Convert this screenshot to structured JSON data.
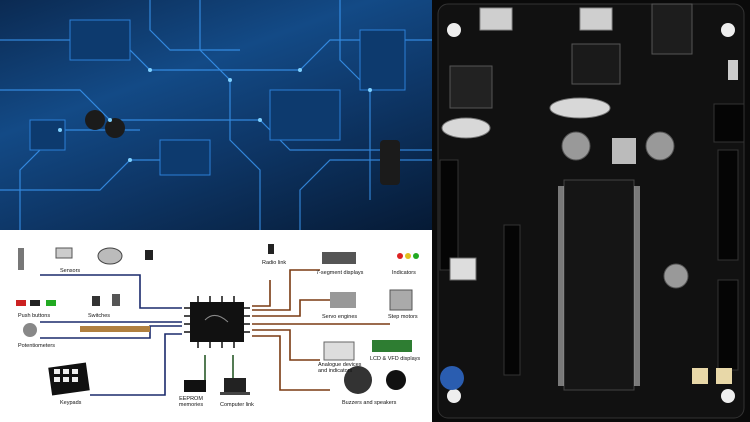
{
  "diagram": {
    "inputs": {
      "sensors": "Sensors",
      "push_buttons": "Push buttons",
      "switches": "Switches",
      "potentiometers": "Potentiometers",
      "keypads": "Keypads"
    },
    "bottom": {
      "eeprom": "EEPROM memories",
      "computer_link": "Computer link"
    },
    "outputs": {
      "radio_link": "Radio link",
      "seven_segment": "7-segment displays",
      "indicators": "Indicators",
      "servo_engines": "Servo engines",
      "step_motors": "Step motors",
      "analogue": "Analogue devices and indicators",
      "lcd_vfd": "LCD & VFD displays",
      "buzzers": "Buzzers and speakers"
    },
    "colors": {
      "arrow_in": "#1a2a6c",
      "arrow_out": "#7a3a12",
      "arrow_bidir": "#2a5a2a"
    }
  },
  "photos": {
    "circuit": "blue-circuit-board-photo",
    "board": "black-microcontroller-development-board-photo"
  }
}
